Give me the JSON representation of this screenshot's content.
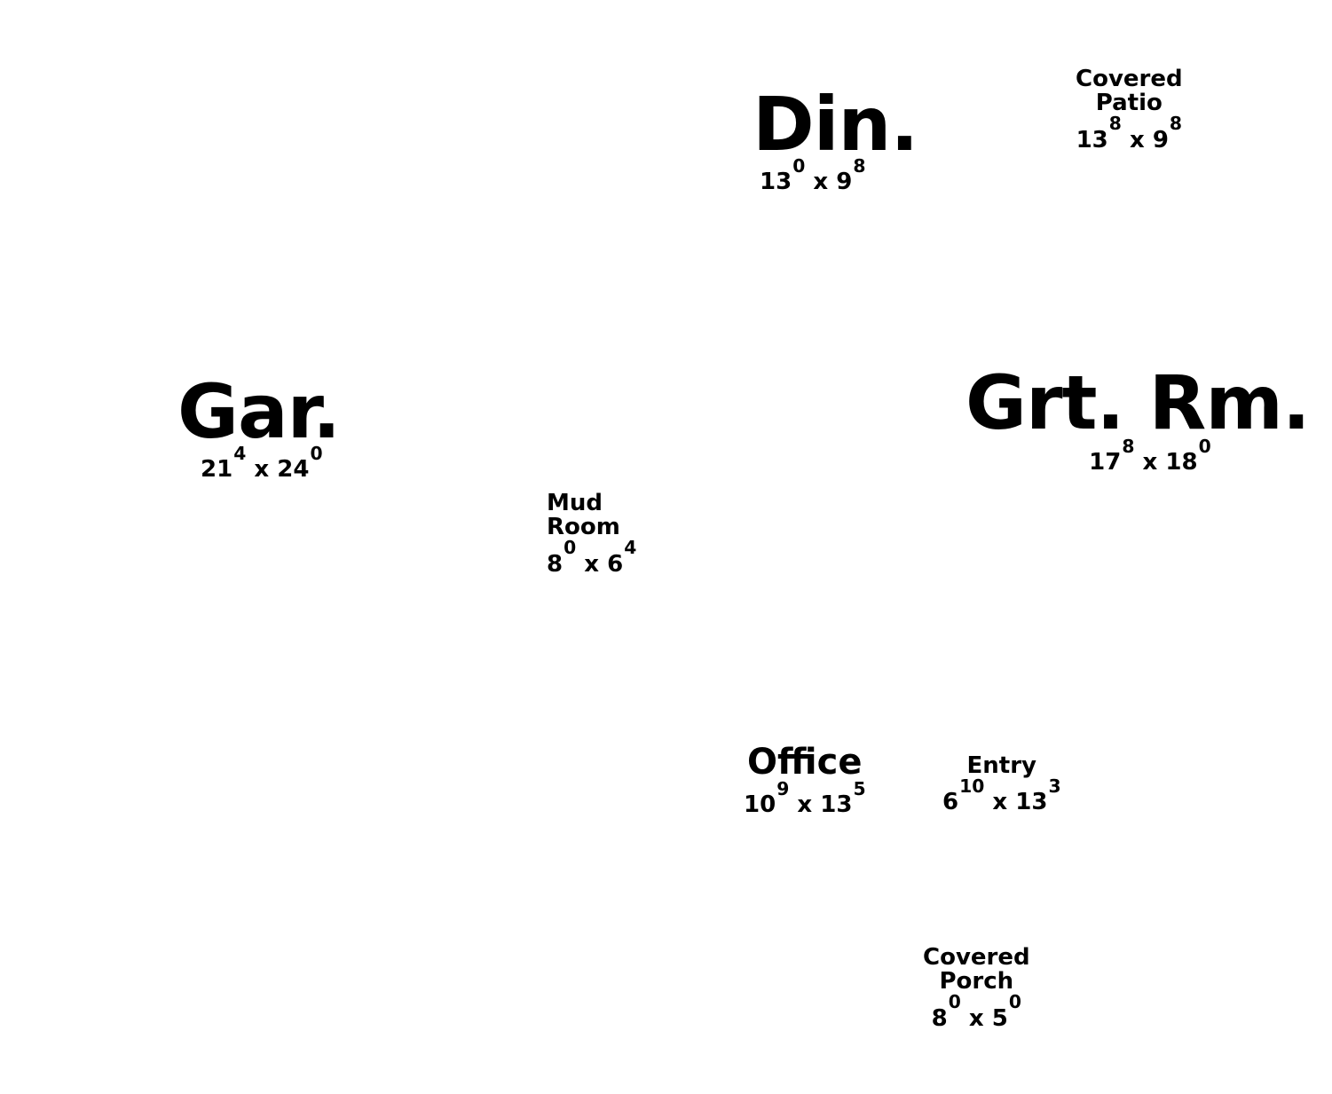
{
  "rooms": {
    "din": {
      "name": [
        "Din."
      ],
      "w_ft": "13",
      "w_in": "0",
      "d_ft": "9",
      "d_in": "8"
    },
    "patio": {
      "name": [
        "Covered",
        "Patio"
      ],
      "w_ft": "13",
      "w_in": "8",
      "d_ft": "9",
      "d_in": "8"
    },
    "gar": {
      "name": [
        "Gar."
      ],
      "w_ft": "21",
      "w_in": "4",
      "d_ft": "24",
      "d_in": "0"
    },
    "grt": {
      "name": [
        "Grt. Rm."
      ],
      "w_ft": "17",
      "w_in": "8",
      "d_ft": "18",
      "d_in": "0"
    },
    "mud": {
      "name": [
        "Mud",
        "Room"
      ],
      "w_ft": "8",
      "w_in": "0",
      "d_ft": "6",
      "d_in": "4"
    },
    "office": {
      "name": [
        "Office"
      ],
      "w_ft": "10",
      "w_in": "9",
      "d_ft": "13",
      "d_in": "5"
    },
    "entry": {
      "name": [
        "Entry"
      ],
      "w_ft": "6",
      "w_in": "10",
      "d_ft": "13",
      "d_in": "3"
    },
    "porch": {
      "name": [
        "Covered",
        "Porch"
      ],
      "w_ft": "8",
      "w_in": "0",
      "d_ft": "5",
      "d_in": "0"
    }
  },
  "separator": "x"
}
